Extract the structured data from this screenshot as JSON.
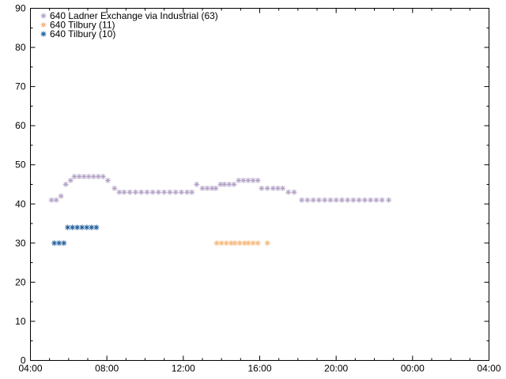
{
  "chart_data": {
    "type": "scatter",
    "title": "",
    "xlabel": "",
    "ylabel": "",
    "xlim": [
      4,
      28
    ],
    "ylim": [
      0,
      90
    ],
    "x_ticks": [
      {
        "value": 4,
        "label": "04:00"
      },
      {
        "value": 8,
        "label": "08:00"
      },
      {
        "value": 12,
        "label": "12:00"
      },
      {
        "value": 16,
        "label": "16:00"
      },
      {
        "value": 20,
        "label": "20:00"
      },
      {
        "value": 24,
        "label": "00:00"
      },
      {
        "value": 28,
        "label": "04:00"
      }
    ],
    "y_ticks": [
      0,
      10,
      20,
      30,
      40,
      50,
      60,
      70,
      80,
      90
    ],
    "grid": false,
    "legend_position": "top-left",
    "marker": "asterisk",
    "series": [
      {
        "name": "640 Ladner Exchange via Industrial (63)",
        "color": "#b3a2c7",
        "points": [
          [
            5.1,
            41
          ],
          [
            5.35,
            41
          ],
          [
            5.6,
            42
          ],
          [
            5.85,
            45
          ],
          [
            6.1,
            46
          ],
          [
            6.3,
            47
          ],
          [
            6.55,
            47
          ],
          [
            6.8,
            47
          ],
          [
            7.05,
            47
          ],
          [
            7.3,
            47
          ],
          [
            7.55,
            47
          ],
          [
            7.8,
            47
          ],
          [
            8.05,
            46
          ],
          [
            8.4,
            44
          ],
          [
            8.65,
            43
          ],
          [
            8.9,
            43
          ],
          [
            9.2,
            43
          ],
          [
            9.5,
            43
          ],
          [
            9.8,
            43
          ],
          [
            10.1,
            43
          ],
          [
            10.4,
            43
          ],
          [
            10.7,
            43
          ],
          [
            11.0,
            43
          ],
          [
            11.3,
            43
          ],
          [
            11.6,
            43
          ],
          [
            11.9,
            43
          ],
          [
            12.2,
            43
          ],
          [
            12.45,
            43
          ],
          [
            12.7,
            45
          ],
          [
            13.0,
            44
          ],
          [
            13.25,
            44
          ],
          [
            13.5,
            44
          ],
          [
            13.7,
            44
          ],
          [
            13.95,
            45
          ],
          [
            14.15,
            45
          ],
          [
            14.4,
            45
          ],
          [
            14.65,
            45
          ],
          [
            14.9,
            46
          ],
          [
            15.15,
            46
          ],
          [
            15.4,
            46
          ],
          [
            15.65,
            46
          ],
          [
            15.9,
            46
          ],
          [
            16.1,
            44
          ],
          [
            16.4,
            44
          ],
          [
            16.7,
            44
          ],
          [
            16.95,
            44
          ],
          [
            17.2,
            44
          ],
          [
            17.5,
            43
          ],
          [
            17.8,
            43
          ],
          [
            18.2,
            41
          ],
          [
            18.5,
            41
          ],
          [
            18.8,
            41
          ],
          [
            19.1,
            41
          ],
          [
            19.4,
            41
          ],
          [
            19.7,
            41
          ],
          [
            20.0,
            41
          ],
          [
            20.3,
            41
          ],
          [
            20.6,
            41
          ],
          [
            20.9,
            41
          ],
          [
            21.2,
            41
          ],
          [
            21.5,
            41
          ],
          [
            21.8,
            41
          ],
          [
            22.1,
            41
          ],
          [
            22.4,
            41
          ],
          [
            22.75,
            41
          ]
        ]
      },
      {
        "name": "640 Tilbury (11)",
        "color": "#f5b77a",
        "points": [
          [
            13.75,
            30
          ],
          [
            14.0,
            30
          ],
          [
            14.25,
            30
          ],
          [
            14.5,
            30
          ],
          [
            14.7,
            30
          ],
          [
            14.95,
            30
          ],
          [
            15.2,
            30
          ],
          [
            15.4,
            30
          ],
          [
            15.65,
            30
          ],
          [
            15.9,
            30
          ],
          [
            16.4,
            30
          ]
        ]
      },
      {
        "name": "640 Tilbury (10)",
        "color": "#1f5f9e",
        "points": [
          [
            5.25,
            30
          ],
          [
            5.5,
            30
          ],
          [
            5.75,
            30
          ],
          [
            5.95,
            34
          ],
          [
            6.2,
            34
          ],
          [
            6.45,
            34
          ],
          [
            6.7,
            34
          ],
          [
            6.95,
            34
          ],
          [
            7.2,
            34
          ],
          [
            7.45,
            34
          ]
        ]
      }
    ]
  }
}
